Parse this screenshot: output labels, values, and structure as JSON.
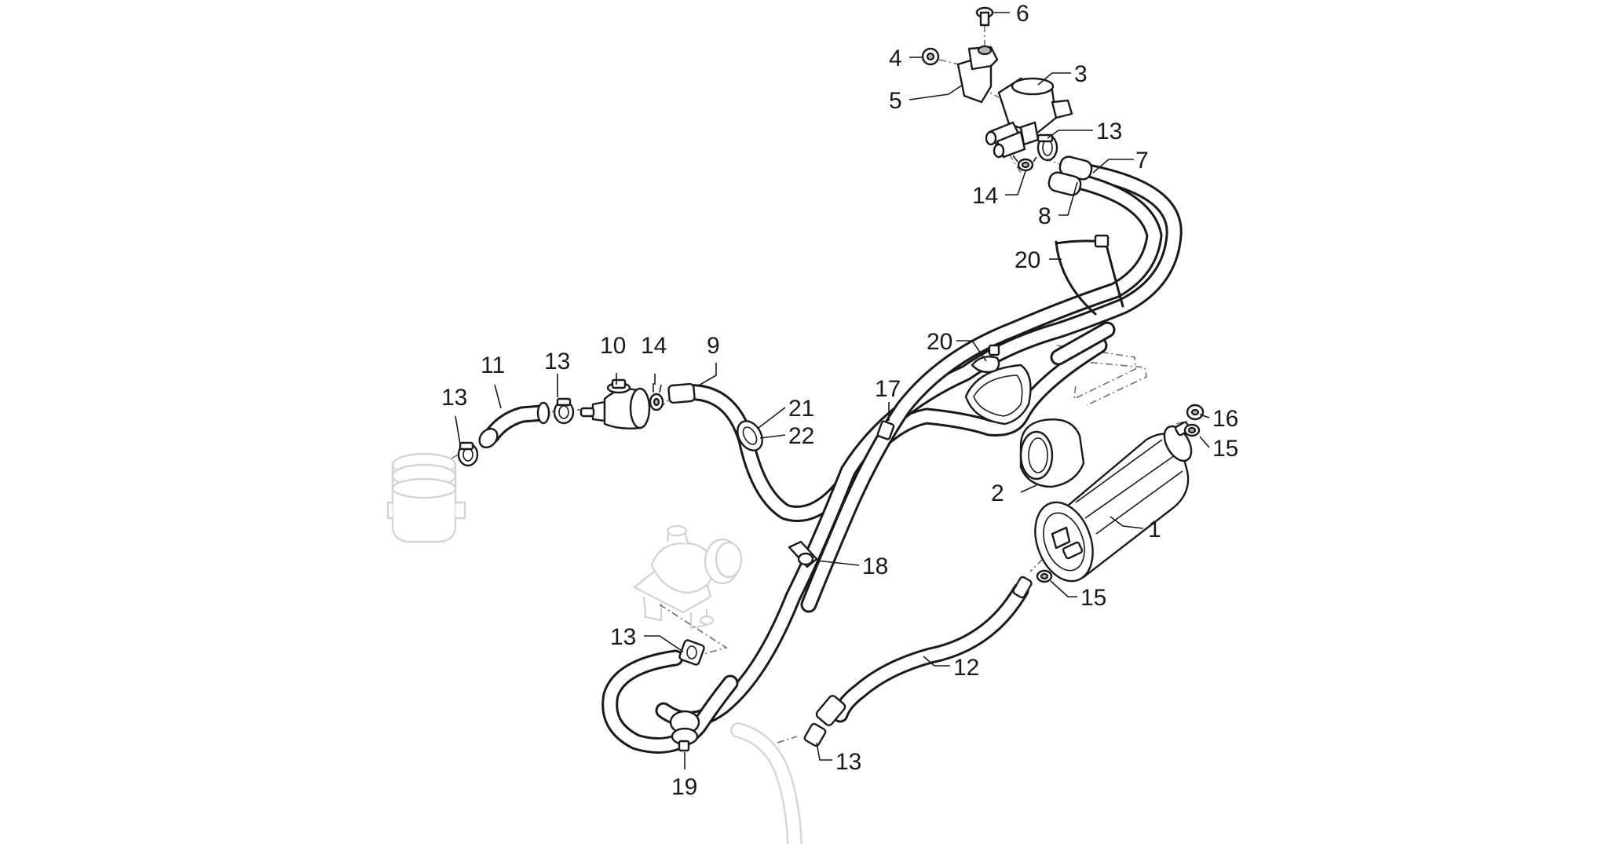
{
  "callouts": {
    "c1": "1",
    "c2": "2",
    "c3": "3",
    "c4": "4",
    "c5": "5",
    "c6": "6",
    "c7": "7",
    "c8": "8",
    "c9": "9",
    "c10": "10",
    "c11": "11",
    "c12": "12",
    "c13a": "13",
    "c13b": "13",
    "c13c": "13",
    "c13d": "13",
    "c13e": "13",
    "c14a": "14",
    "c14b": "14",
    "c15a": "15",
    "c15b": "15",
    "c16": "16",
    "c17": "17",
    "c18": "18",
    "c19": "19",
    "c20a": "20",
    "c20b": "20",
    "c21": "21",
    "c22": "22"
  }
}
